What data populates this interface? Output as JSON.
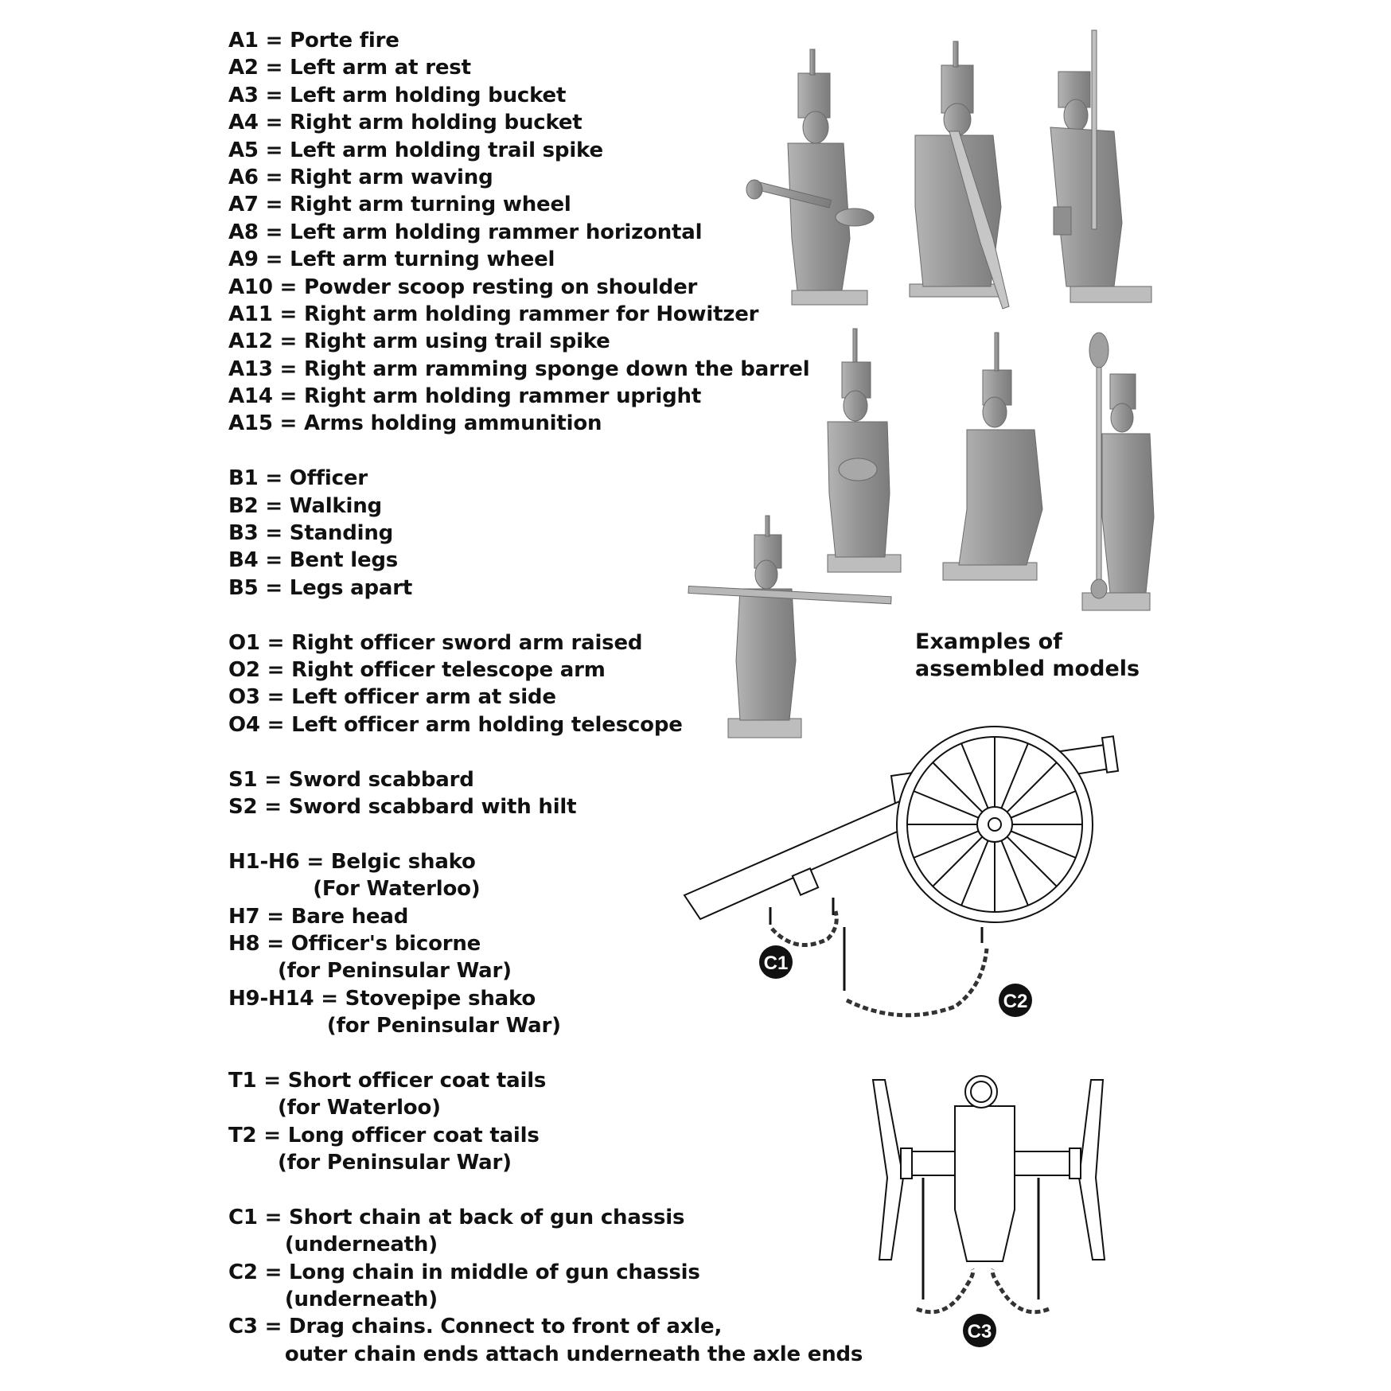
{
  "legend": {
    "groups": [
      {
        "id": "A",
        "lines": [
          "A1 = Porte fire",
          "A2 = Left arm at rest",
          "A3 = Left arm holding bucket",
          "A4 = Right arm holding bucket",
          "A5 = Left arm holding trail spike",
          "A6 = Right arm waving",
          "A7 = Right arm turning wheel",
          "A8 = Left arm holding rammer horizontal",
          "A9 = Left arm turning wheel",
          "A10 = Powder scoop resting on shoulder",
          "A11 = Right arm holding rammer for Howitzer",
          "A12 = Right arm using trail spike",
          "A13 = Right arm ramming sponge down the barrel",
          "A14 = Right arm holding rammer upright",
          "A15 = Arms holding ammunition"
        ]
      },
      {
        "id": "B",
        "lines": [
          "B1 = Officer",
          "B2 = Walking",
          "B3 = Standing",
          "B4 = Bent legs",
          "B5 = Legs apart"
        ]
      },
      {
        "id": "O",
        "lines": [
          "O1 = Right officer sword arm raised",
          "O2 = Right officer telescope arm",
          "O3 = Left officer arm at side",
          "O4 = Left officer arm holding telescope"
        ]
      },
      {
        "id": "S",
        "lines": [
          "S1 = Sword scabbard",
          "S2 = Sword scabbard with hilt"
        ]
      },
      {
        "id": "H",
        "lines": [
          "H1-H6 = Belgic shako",
          "            (For Waterloo)",
          "H7 = Bare head",
          "H8 = Officer's bicorne",
          "       (for Peninsular War)",
          "H9-H14 = Stovepipe shako",
          "              (for Peninsular War)"
        ]
      },
      {
        "id": "T",
        "lines": [
          "T1 = Short officer coat tails",
          "       (for Waterloo)",
          "T2 = Long officer coat tails",
          "       (for Peninsular War)"
        ]
      },
      {
        "id": "C",
        "lines": [
          "C1 = Short chain at back of gun chassis",
          "        (underneath)",
          "C2 = Long chain in middle of gun chassis",
          "        (underneath)",
          "C3 = Drag chains. Connect to front of axle,",
          "        outer chain ends attach underneath the axle ends"
        ]
      }
    ]
  },
  "caption": {
    "line1": "Examples of",
    "line2": "assembled models"
  },
  "callouts": {
    "c1": "C1",
    "c2": "C2",
    "c3": "C3"
  },
  "colors": {
    "text": "#111111",
    "figure_grey": "#9a9a9a",
    "figure_shadow": "#6f6f6f",
    "badge": "#111111"
  }
}
